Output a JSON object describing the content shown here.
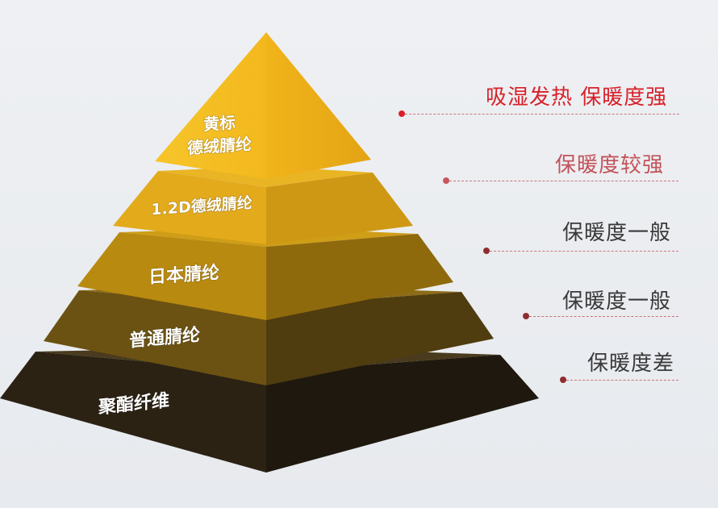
{
  "pyramid": {
    "tiers": [
      {
        "line1": "黄标",
        "line2": "德绒腈纶",
        "color": "#f2b61c"
      },
      {
        "line1": "1.2D德绒腈纶",
        "color": "#e6ad1a"
      },
      {
        "line1": "日本腈纶",
        "color": "#b98d12"
      },
      {
        "line1": "普通腈纶",
        "color": "#6f5612"
      },
      {
        "line1": "聚酯纤维",
        "color": "#2c2415"
      }
    ]
  },
  "ratings": [
    {
      "text": "吸湿发热 保暖度强",
      "color": "#d8212a"
    },
    {
      "text": "保暖度较强",
      "color": "#c2535a"
    },
    {
      "text": "保暖度一般",
      "color": "#3a3a3a"
    },
    {
      "text": "保暖度一般",
      "color": "#3a3a3a"
    },
    {
      "text": "保暖度差",
      "color": "#3a3a3a"
    }
  ]
}
